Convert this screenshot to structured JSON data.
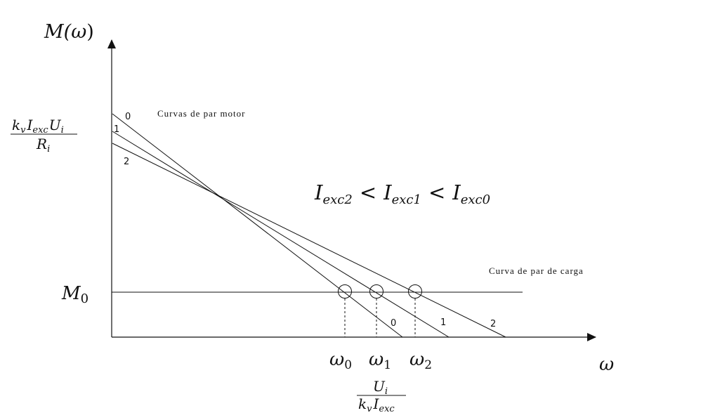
{
  "axes": {
    "y_label_main": "M(",
    "y_label_var": "ω",
    "y_label_close": ")",
    "x_label": "ω"
  },
  "y_intercept_label": {
    "numerator_k": "k",
    "numerator_v": "v",
    "numerator_I": "I",
    "numerator_exc": "exc",
    "numerator_U": "U",
    "numerator_i": "i",
    "denominator_R": "R",
    "denominator_i": "i"
  },
  "x_intercept_label": {
    "numerator_U": "U",
    "numerator_i": "i",
    "denominator_k": "k",
    "denominator_v": "v",
    "denominator_I": "I",
    "denominator_exc": "exc"
  },
  "load_level": {
    "symbol": "M",
    "subscript": "0"
  },
  "titles": {
    "motor_curves": "Curvas de par motor",
    "load_curve": "Curva de par de carga"
  },
  "curves": [
    {
      "id": "0",
      "label": "0"
    },
    {
      "id": "1",
      "label": "1"
    },
    {
      "id": "2",
      "label": "2"
    }
  ],
  "omega_ticks": [
    {
      "symbol": "ω",
      "sub": "0"
    },
    {
      "symbol": "ω",
      "sub": "1"
    },
    {
      "symbol": "ω",
      "sub": "2"
    }
  ],
  "inequality": {
    "I": "I",
    "sub2": "exc2",
    "lt": "<",
    "sub1": "exc1",
    "sub0": "exc0"
  }
}
